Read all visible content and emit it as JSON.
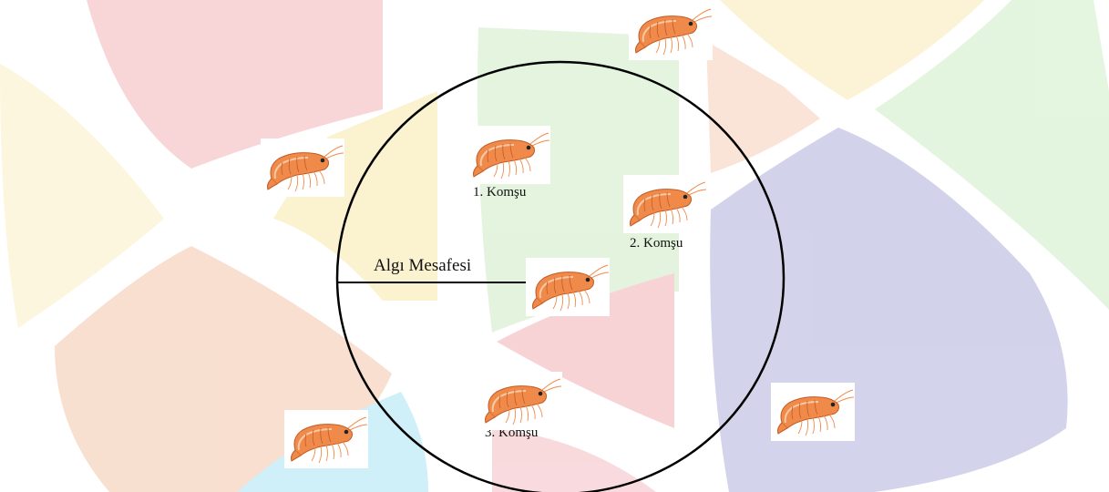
{
  "diagram": {
    "perception_label": "Algı Mesafesi",
    "neighbor_labels": [
      "1. Komşu",
      "2. Komşu",
      "3. Komşu"
    ],
    "central_icon": "krill-icon",
    "colors": {
      "circle": "#000000",
      "krill_body": "#f08a4b",
      "krill_light": "#f9c9a4",
      "bg_red": "#f6c3c6",
      "bg_green": "#d6efcf",
      "bg_blue": "#c8c8e6",
      "bg_yellow": "#fbefc8",
      "bg_orange": "#f8d8c6",
      "bg_cyan": "#c9eef8"
    }
  }
}
